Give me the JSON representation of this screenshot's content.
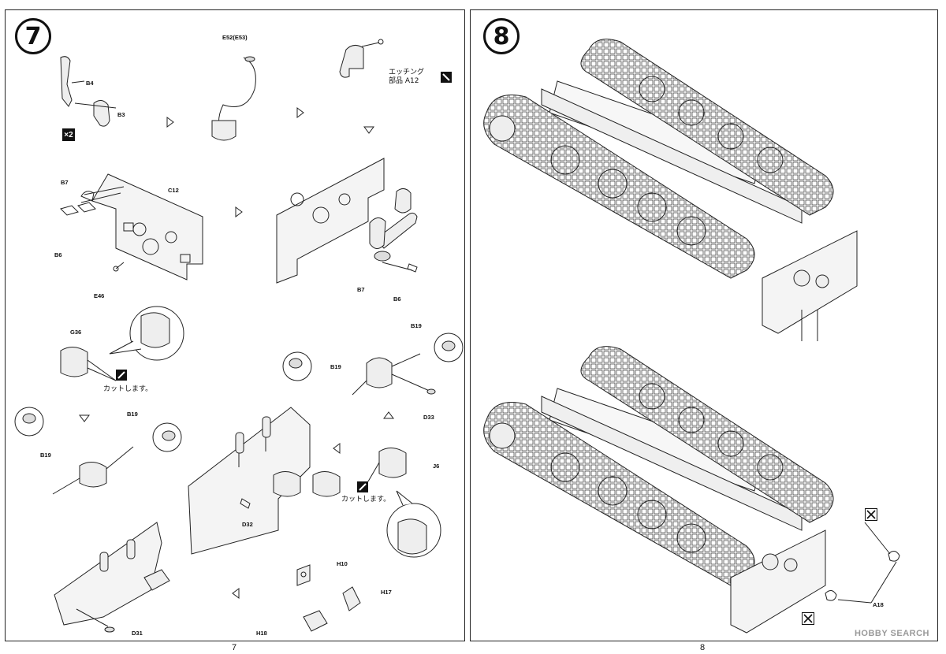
{
  "left_page": {
    "step_number": "7",
    "page_number": "7",
    "multiplier_badge": "×2",
    "etching_note_line1": "エッチング",
    "etching_note_line2": "部品 A12",
    "cut_note": "カットします。",
    "labels": {
      "b4": "B4",
      "b3": "B3",
      "e52": "E52(E53)",
      "b7a": "B7",
      "c12": "C12",
      "b6a": "B6",
      "e46": "E46",
      "b7b": "B7",
      "b6b": "B6",
      "g36": "G36",
      "b19a": "B19",
      "b19b": "B19",
      "d33": "D33",
      "b19c": "B19",
      "b19d": "B19",
      "j6": "J6",
      "d32": "D32",
      "h10": "H10",
      "h17": "H17",
      "h18": "H18",
      "d31": "D31"
    }
  },
  "right_page": {
    "step_number": "8",
    "page_number": "8",
    "label_a18": "A18"
  },
  "watermark": "HOBBY SEARCH",
  "icons": [
    "arrow-icon",
    "cut-knife-icon",
    "photo-etch-icon",
    "no-glue-icon"
  ]
}
